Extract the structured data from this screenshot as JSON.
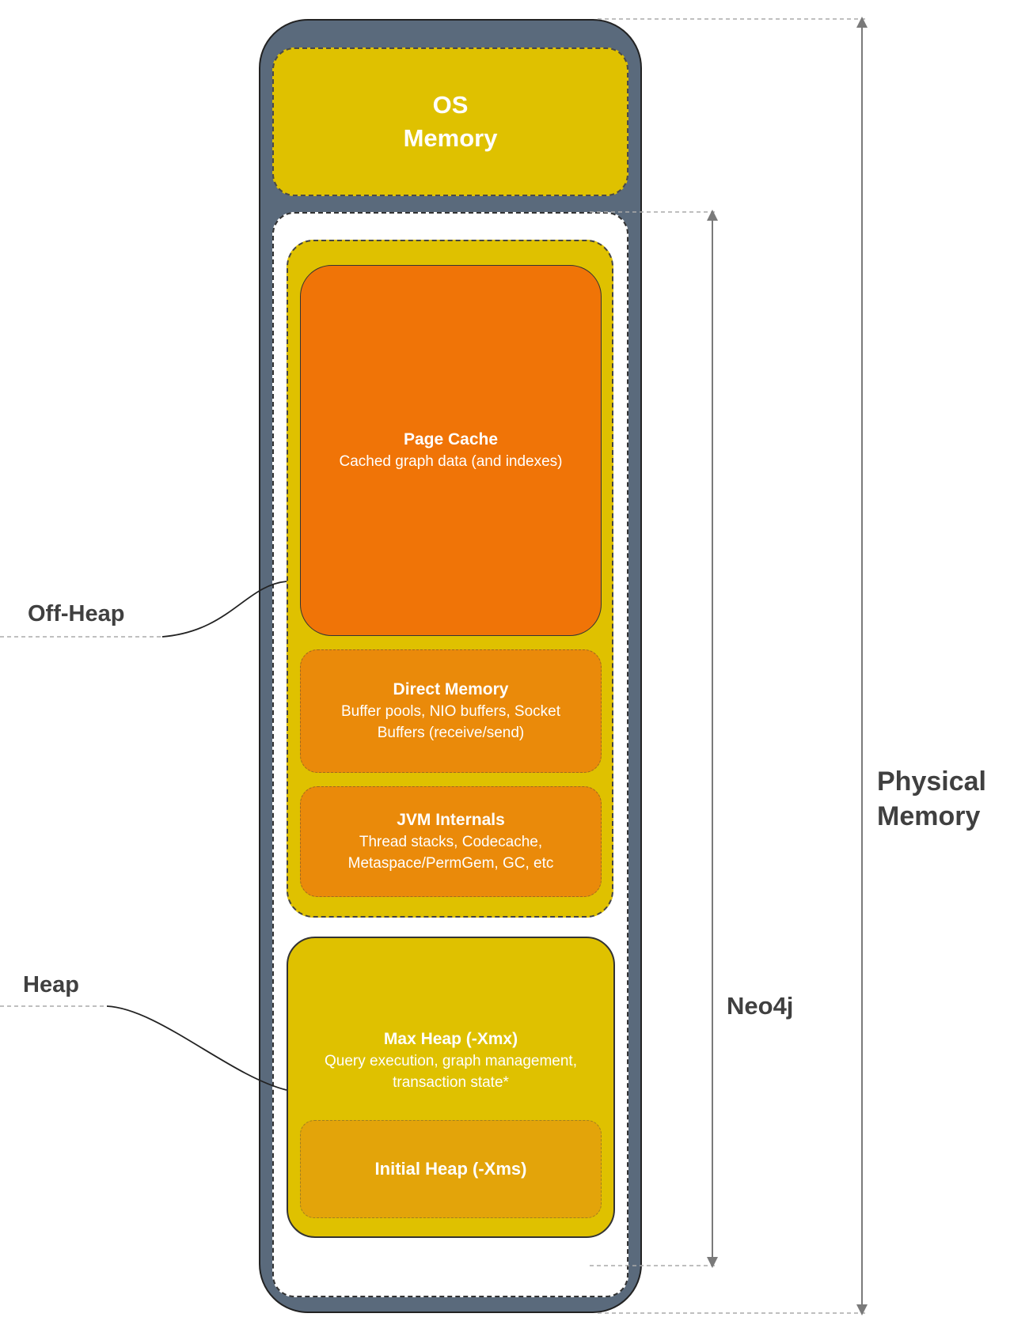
{
  "diagram": {
    "os_memory": {
      "line1": "OS",
      "line2": "Memory"
    },
    "page_cache": {
      "title": "Page Cache",
      "description": "Cached graph data (and indexes)"
    },
    "direct_memory": {
      "title": "Direct Memory",
      "line1": "Buffer pools, NIO buffers, Socket",
      "line2": "Buffers (receive/send)"
    },
    "jvm_internals": {
      "title": "JVM Internals",
      "line1": "Thread stacks, Codecache,",
      "line2": "Metaspace/PermGem, GC, etc"
    },
    "max_heap": {
      "title": "Max Heap (-Xmx)",
      "line1": "Query execution, graph management,",
      "line2": "transaction state*"
    },
    "initial_heap": {
      "title": "Initial Heap (-Xms)"
    },
    "labels": {
      "off_heap": "Off-Heap",
      "heap": "Heap",
      "neo4j": "Neo4j",
      "physical_line1": "Physical",
      "physical_line2": "Memory"
    }
  },
  "colors": {
    "frame": "#5a6a7c",
    "yellow": "#dfc100",
    "page_cache": "#f07407",
    "orange": "#ea8a0a",
    "initial_heap": "#e3a40a",
    "label_text": "#404040",
    "guide_line": "#aaaaaa"
  }
}
